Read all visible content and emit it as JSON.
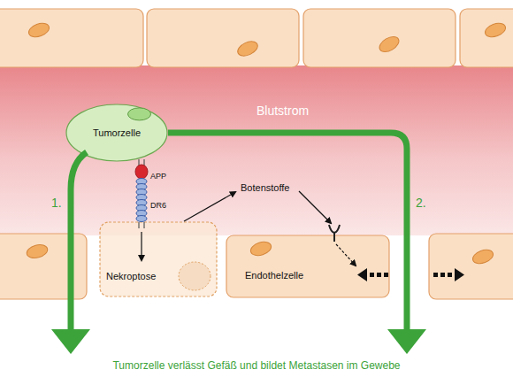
{
  "diagram": {
    "nodes": [
      {
        "text": [
          "Tumorzelle"
        ]
      },
      {
        "text": [
          "Nekroptose"
        ]
      },
      {
        "text": [
          "Endothelzelle"
        ]
      }
    ],
    "labels": [
      "Blutstrom",
      "APP",
      "DR6",
      "Botenstoffe",
      "1.",
      "2.",
      "Tumorzelle verlässt Gefäß und bildet Metastasen im Gewebe"
    ]
  }
}
